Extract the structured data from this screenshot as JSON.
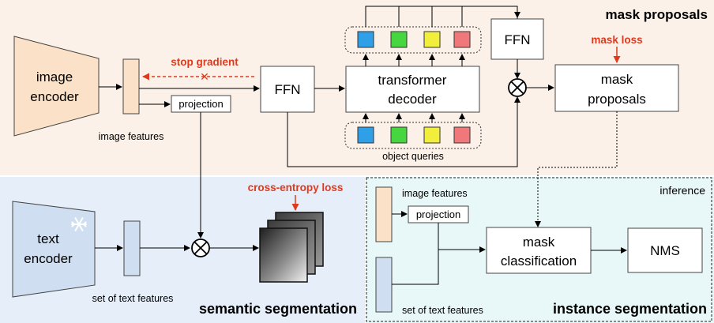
{
  "sections": {
    "mask_proposals": "mask proposals",
    "semantic_segmentation": "semantic segmentation",
    "instance_segmentation": "instance segmentation",
    "inference": "inference"
  },
  "losses": {
    "stop_gradient": "stop gradient",
    "mask_loss": "mask loss",
    "cross_entropy_loss": "cross-entropy loss"
  },
  "nodes": {
    "image_encoder_line1": "image",
    "image_encoder_line2": "encoder",
    "image_features": "image features",
    "projection": "projection",
    "ffn": "FFN",
    "transformer_decoder_line1": "transformer",
    "transformer_decoder_line2": "decoder",
    "ffn_top": "FFN",
    "mask_proposals_line1": "mask",
    "mask_proposals_line2": "proposals",
    "object_queries": "object queries",
    "text_encoder_line1": "text",
    "text_encoder_line2": "encoder",
    "set_of_text_features": "set of text features",
    "inf_image_features": "image features",
    "inf_projection": "projection",
    "mask_classification_line1": "mask",
    "mask_classification_line2": "classification",
    "nms": "NMS",
    "inf_set_of_text_features": "set of text features"
  },
  "colors": {
    "top_panel": "#fcf1e8",
    "bottom_left_panel": "#e6eef9",
    "bottom_right_panel": "#e8f7f8",
    "loss_red": "#e03a1e",
    "image_encoder_fill": "#fae1c8",
    "text_encoder_fill": "#cfdff1",
    "query_colors": [
      "#2f9fe8",
      "#46d640",
      "#f2ef3c",
      "#f0787a"
    ]
  },
  "icons": {
    "frozen": "snowflake-icon",
    "multiply": "circled-times-icon",
    "cut": "x-mark-icon"
  }
}
